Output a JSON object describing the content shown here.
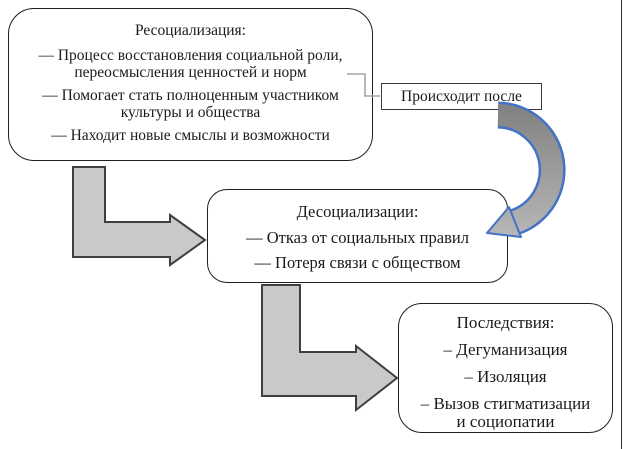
{
  "diagram": {
    "resocialization": {
      "title": "Ресоциализация:",
      "point1_line1": "— Процесс восстановления социальной роли,",
      "point1_line2": "переосмысления ценностей и норм",
      "point2_line1": "— Помогает стать полноценным участником",
      "point2_line2": "культуры и общества",
      "point3": "— Находит новые смыслы и возможности"
    },
    "occurs_after_label": "Происходит после",
    "desocialization": {
      "title": "Десоциализации:",
      "point1": "— Отказ от социальных правил",
      "point2": "— Потеря связи с обществом"
    },
    "consequences": {
      "title": "Последствия:",
      "point1": "– Дегуманизация",
      "point2": "– Изоляция",
      "point3_line1": "– Вызов стигматизации",
      "point3_line2": "и социопатии"
    }
  },
  "colors": {
    "text": "#1b1b1b",
    "box_fill": "#ffffff",
    "box_border": "#1f1f1f",
    "bent_arrow_fill": "#c9c9c9",
    "bent_arrow_stroke": "#3f3f3f",
    "connector_gray": "#a6a6a6",
    "curved_arrow_outline": "#4472c4",
    "curved_arrow_top": "#838383",
    "curved_arrow_bottom": "#b9b9b9",
    "frame_border": "#333333"
  }
}
